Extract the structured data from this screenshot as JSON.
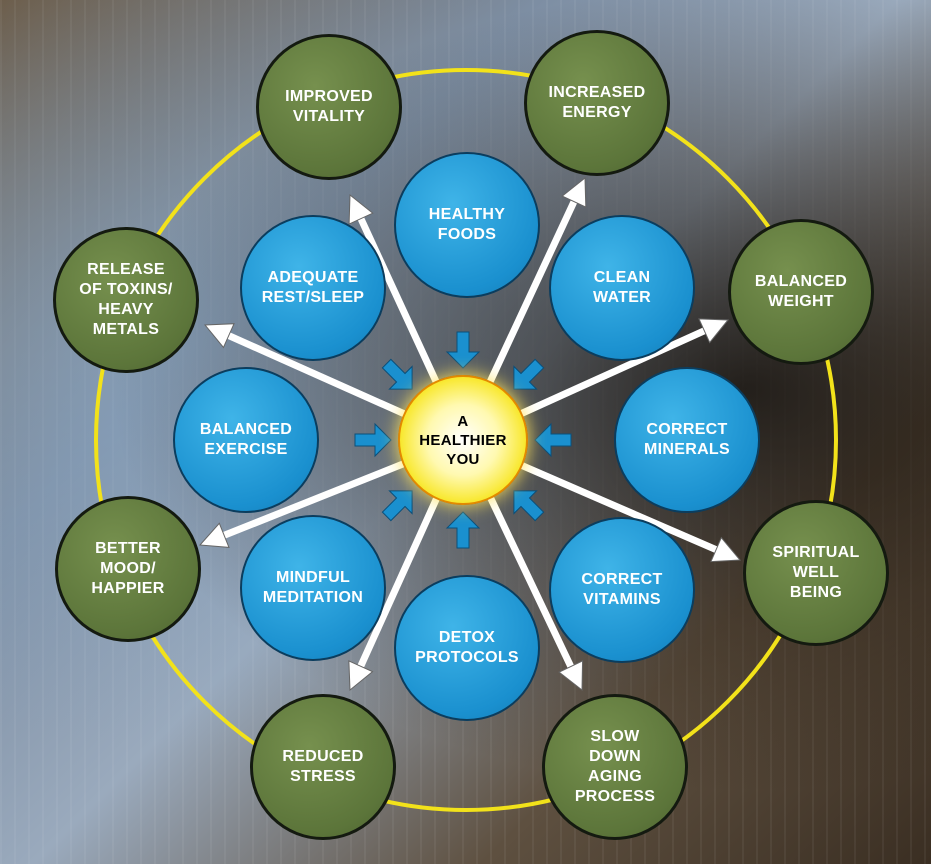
{
  "center": {
    "label": "A\nHEALTHIER\nYOU"
  },
  "inputs": [
    {
      "label": "HEALTHY\nFOODS"
    },
    {
      "label": "CLEAN\nWATER"
    },
    {
      "label": "CORRECT\nMINERALS"
    },
    {
      "label": "CORRECT\nVITAMINS"
    },
    {
      "label": "DETOX\nPROTOCOLS"
    },
    {
      "label": "MINDFUL\nMEDITATION"
    },
    {
      "label": "BALANCED\nEXERCISE"
    },
    {
      "label": "ADEQUATE\nREST/SLEEP"
    }
  ],
  "outcomes": [
    {
      "label": "IMPROVED\nVITALITY"
    },
    {
      "label": "INCREASED\nENERGY"
    },
    {
      "label": "BALANCED\nWEIGHT"
    },
    {
      "label": "SPIRITUAL\nWELL\nBEING"
    },
    {
      "label": "SLOW\nDOWN\nAGING\nPROCESS"
    },
    {
      "label": "REDUCED\nSTRESS"
    },
    {
      "label": "BETTER\nMOOD/\nHAPPIER"
    },
    {
      "label": "RELEASE\nOF TOXINS/\nHEAVY\nMETALS"
    }
  ],
  "colors": {
    "input": "#1a90cf",
    "outcome": "#5c753a",
    "ring": "#f2e21a",
    "center": "#f7e51a"
  }
}
